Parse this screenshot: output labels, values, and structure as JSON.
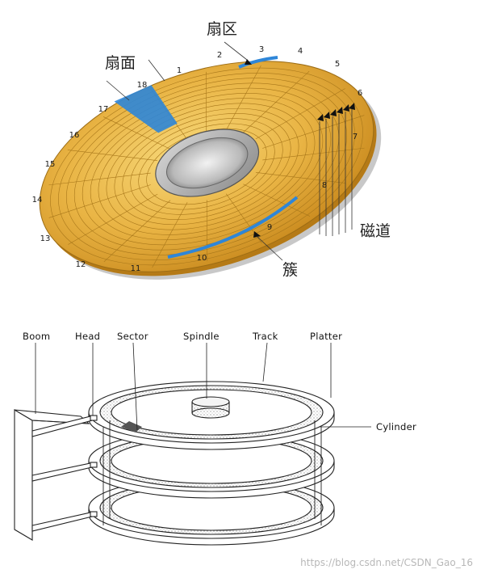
{
  "disk": {
    "labels": {
      "sector": "扇区",
      "platter_face": "扇面",
      "track": "磁道",
      "cluster": "簇"
    },
    "sector_numbers": [
      "1",
      "2",
      "3",
      "4",
      "5",
      "6",
      "7",
      "8",
      "9",
      "10",
      "11",
      "12",
      "13",
      "14",
      "15",
      "16",
      "17",
      "18"
    ],
    "colors": {
      "gold": "#e8b23c",
      "gold_dark": "#c98a1e",
      "highlight": "#2e86d8"
    }
  },
  "stack": {
    "labels": {
      "boom": "Boom",
      "head": "Head",
      "sector": "Sector",
      "spindle": "Spindle",
      "track": "Track",
      "platter": "Platter",
      "cylinder": "Cylinder"
    }
  },
  "watermark": "https://blog.csdn.net/CSDN_Gao_16"
}
